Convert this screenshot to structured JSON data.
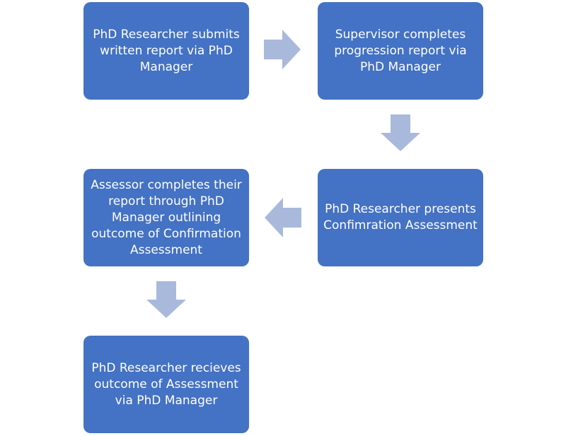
{
  "colors": {
    "box_fill": "#4472c4",
    "arrow_fill": "#a9b9dc",
    "text": "#ffffff"
  },
  "steps": [
    {
      "text": "PhD Researcher submits written report via PhD Manager"
    },
    {
      "text": "Supervisor completes progression report via PhD Manager"
    },
    {
      "text": "PhD Researcher presents Confimration Assessment"
    },
    {
      "text": "Assessor completes their report through PhD Manager outlining outcome of Confirmation Assessment"
    },
    {
      "text": "PhD Researcher recieves outcome of Assessment via PhD Manager"
    }
  ],
  "connectors": [
    {
      "from": 1,
      "to": 2,
      "direction": "right",
      "icon": "arrow-right-icon"
    },
    {
      "from": 2,
      "to": 3,
      "direction": "down",
      "icon": "arrow-down-icon"
    },
    {
      "from": 3,
      "to": 4,
      "direction": "left",
      "icon": "arrow-left-icon"
    },
    {
      "from": 4,
      "to": 5,
      "direction": "down",
      "icon": "arrow-down-icon"
    }
  ]
}
